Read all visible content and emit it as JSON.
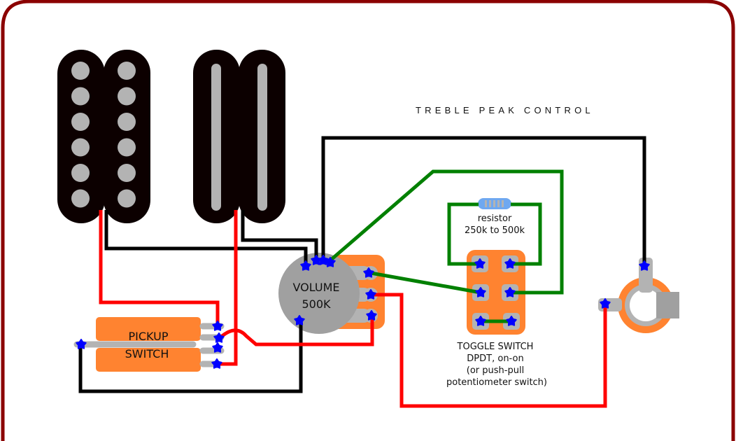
{
  "title": "TREBLE PEAK CONTROL",
  "colors": {
    "border": "#8b0000",
    "pickup_body": "#0c0000",
    "pole": "#b3b3b3",
    "component_orange": "#ff8330",
    "lug_gray": "#b3b3b3",
    "pot_body": "#a0a0a0",
    "solder": "#0000ff",
    "wire_black": "#000000",
    "wire_red": "#ff0000",
    "wire_green": "#008000",
    "resistor_body": "#6fa8f0"
  },
  "pickups": [
    {
      "name": "neck-humbucker",
      "type": "pole-pieces",
      "poles_per_coil": 6
    },
    {
      "name": "bridge-humbucker",
      "type": "blade"
    }
  ],
  "components": {
    "pickup_switch": {
      "line1": "PICKUP",
      "line2": "SWITCH"
    },
    "volume_pot": {
      "line1": "VOLUME",
      "line2": "500K"
    },
    "resistor": {
      "line1": "resistor",
      "line2": "250k to 500k"
    },
    "toggle_switch": {
      "line1": "TOGGLE SWITCH",
      "line2": "DPDT, on-on",
      "line3": "(or push-pull",
      "line4": "potentiometer switch)"
    },
    "output_jack": {
      "label": ""
    }
  }
}
